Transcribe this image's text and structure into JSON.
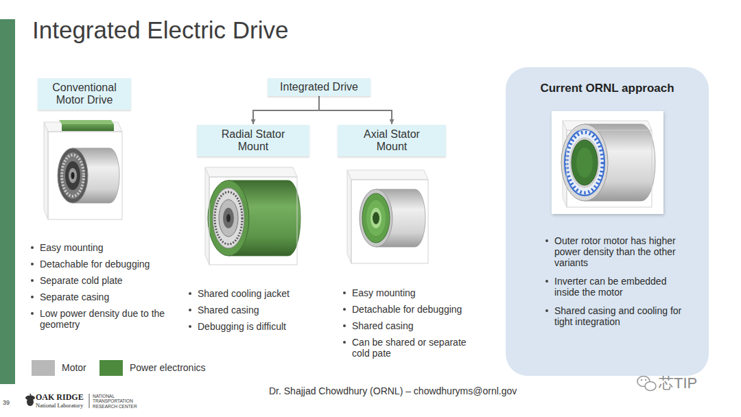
{
  "diagram": {
    "title": "Integrated Electric Drive",
    "nodes": [
      {
        "text": [
          "Conventional Motor Drive"
        ]
      },
      {
        "text": [
          "Integrated Drive"
        ]
      },
      {
        "text": [
          "Radial Stator Mount"
        ]
      },
      {
        "text": [
          "Axial Stator Mount"
        ]
      },
      {
        "text": [
          "Current ORNL approach",
          "Outer rotor motor has higher power density than the other variants",
          "Inverter can be embedded inside the motor",
          "Shared casing and cooling for tight integration"
        ]
      }
    ],
    "edges": [
      {
        "from": 1,
        "to": 2,
        "arrow": "to"
      },
      {
        "from": 1,
        "to": 3,
        "arrow": "to"
      }
    ],
    "labels": [
      "Easy mounting",
      "Detachable for debugging",
      "Separate cold plate",
      "Separate casing",
      "Low power density due to the geometry",
      "Shared cooling jacket",
      "Shared casing",
      "Debugging is difficult",
      "Easy mounting",
      "Detachable for debugging",
      "Shared casing",
      "Can be shared or separate cold pate",
      "Dr. Shajjad Chowdhury (ORNL) – chowdhuryms@ornl.gov",
      "39",
      "OAK RIDGE",
      "National Laboratory",
      "NATIONAL TRANSPORTATION RESEARCH CENTER",
      "芯TIP"
    ],
    "legend": [
      {
        "text": "Motor",
        "color": "#b8b8b8"
      },
      {
        "text": "Power electronics",
        "color": "#4e8a3e"
      }
    ]
  }
}
